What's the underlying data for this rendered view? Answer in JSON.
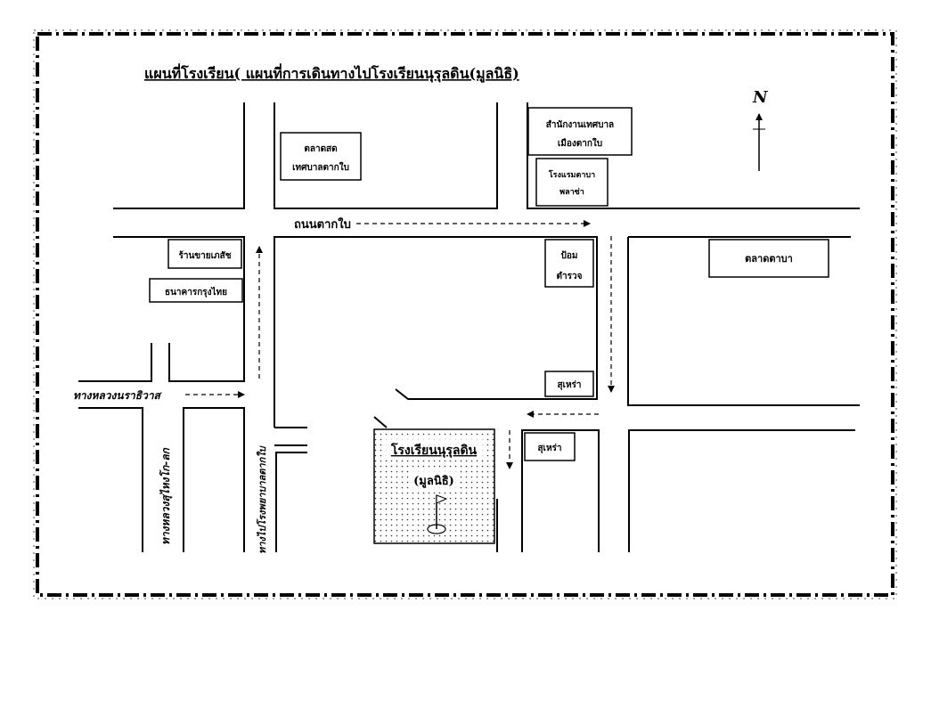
{
  "title": "แผนที่โรงเรียน( แผนที่การเดินทางไปโรงเรียนนุรุลดิน(มูลนิธิ)",
  "north_label": "N",
  "roads": {
    "tak_bai_road": "ถนนตากใบ",
    "narathiwat_highway": "ทางหลวงนราธิวาส",
    "highway_sungai_kolok": "ทางหลวงสุไหงโก-ลก",
    "to_bang_khun_thong": "ทางไปโรงพยาบาลตากใบ"
  },
  "places": {
    "fresh_market_line1": "ตลาดสด",
    "fresh_market_line2": "เทศบาลตากใบ",
    "municipal_office_line1": "สำนักงานเทศบาล",
    "municipal_office_line2": "เมืองตากใบ",
    "hotel_line1": "โรงแรมตาบา",
    "hotel_line2": "พลาซ่า",
    "pharmacy": "ร้านขายเภสัช",
    "krungthai_bank": "ธนาคารกรุงไทย",
    "police_box_line1": "ป้อม",
    "police_box_line2": "ตำรวจ",
    "taba_market": "ตลาดตาบา",
    "mosque_1": "สุเหร่า",
    "mosque_2": "สุเหร่า",
    "school_line1": "โรงเรียนนุรุลดิน",
    "school_line2": "(มูลนิธิ)"
  }
}
